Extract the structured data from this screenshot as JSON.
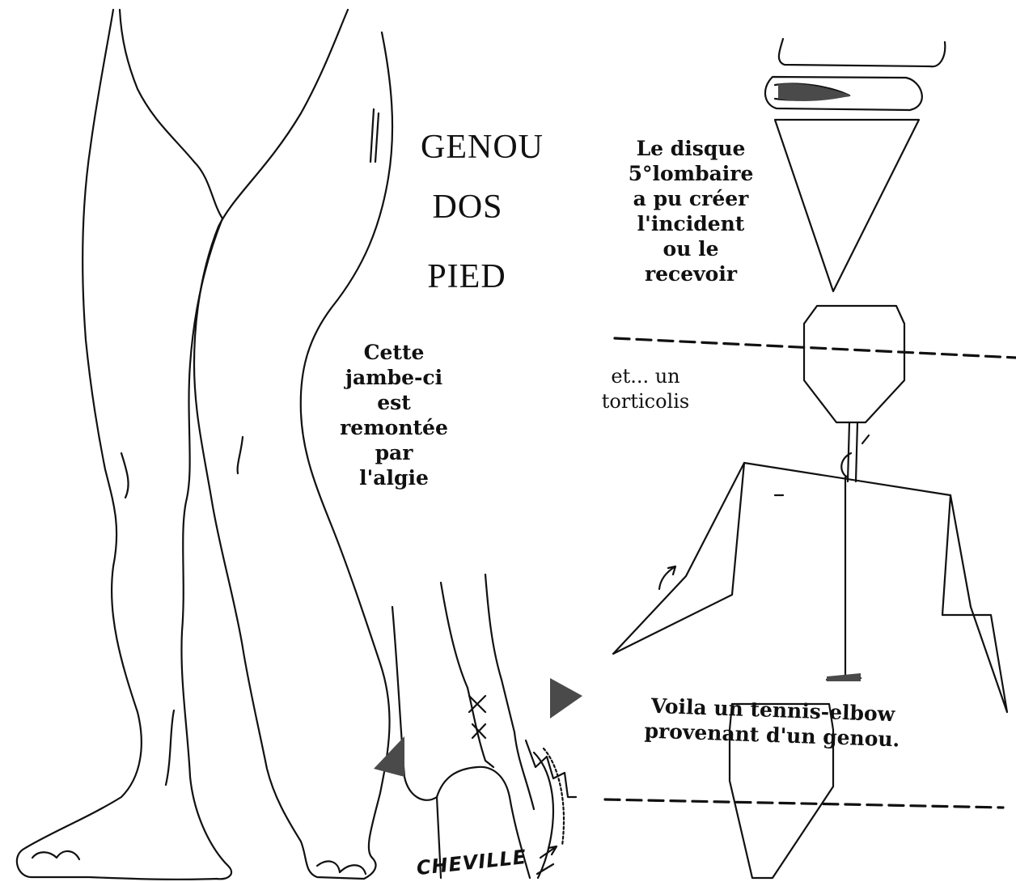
{
  "titles": {
    "t1": "GENOU",
    "t2": "DOS",
    "t3": "PIED"
  },
  "texts": {
    "disque_l1": "Le disque",
    "disque_l2": "5°lombaire",
    "disque_l3": "a pu créer",
    "disque_l4": "l'incident",
    "disque_l5": "ou le",
    "disque_l6": "recevoir",
    "jambe_l1": "Cette",
    "jambe_l2": "jambe-ci",
    "jambe_l3": "est",
    "jambe_l4": "remontée",
    "jambe_l5": "par",
    "jambe_l6": "l'algie",
    "torti_l1": "et... un",
    "torti_l2": "torticolis",
    "tennis_l1": "Voila un tennis-elbow",
    "tennis_l2": "provenant d'un genou.",
    "cheville": "CHEVILLE"
  },
  "colors": {
    "ink": "#111111",
    "shade": "#4a4a4a",
    "paper": "#ffffff"
  }
}
